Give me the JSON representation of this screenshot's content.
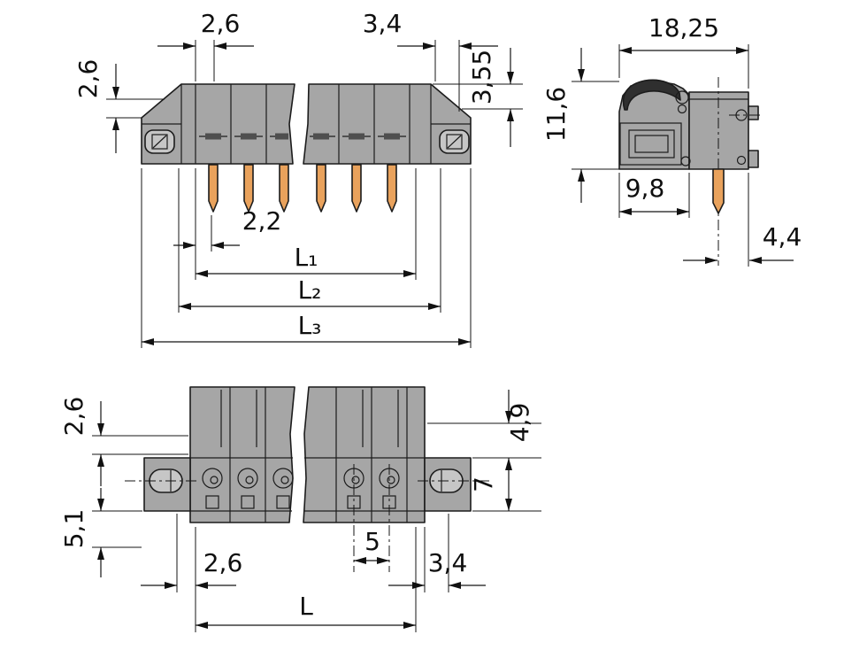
{
  "colors": {
    "background": "#ffffff",
    "body_gray": "#a6a6a6",
    "body_light": "#bdbdbd",
    "hole_gray": "#c6c6c6",
    "pin_orange": "#e9a25c",
    "latch_dark": "#2f2f2f",
    "line_dark": "#161616"
  },
  "side_view": {
    "dim_top_pitch": "2,6",
    "dim_top_end": "3,4",
    "dim_left_height": "2,6",
    "dim_right_height": "3,55",
    "dim_pin_offset": "2,2",
    "dim_l1": "L₁",
    "dim_l2": "L₂",
    "dim_l3": "L₃"
  },
  "end_view": {
    "dim_width": "18,25",
    "dim_height": "11,6",
    "dim_face_to_pin": "9,8",
    "dim_pin_to_edge": "4,4"
  },
  "front_view": {
    "dim_upper_left": "2,6",
    "dim_lower_left": "5,1",
    "dim_upper_right": "4,9",
    "dim_flange_height": "7",
    "dim_bottom_left": "2,6",
    "dim_pole_pitch": "5",
    "dim_bottom_right": "3,4",
    "dim_total_length": "L"
  }
}
